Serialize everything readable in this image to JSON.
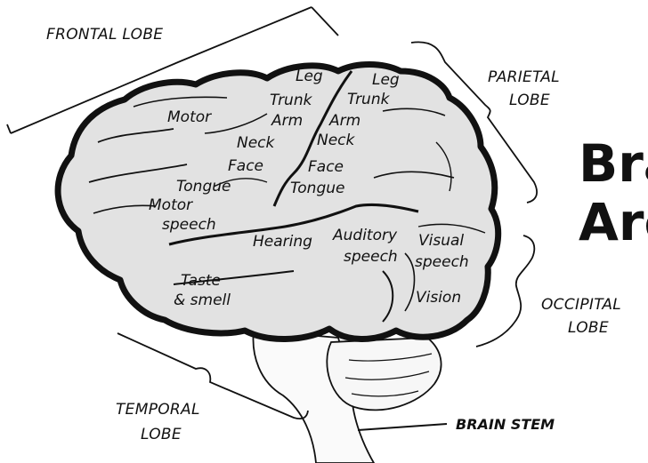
{
  "title": [
    "Bra",
    "Are"
  ],
  "lobes": {
    "frontal": "FRONTAL LOBE",
    "parietal": [
      "PARIETAL",
      "LOBE"
    ],
    "occipital": [
      "OCCIPITAL",
      "LOBE"
    ],
    "temporal": [
      "TEMPORAL",
      "LOBE"
    ],
    "brain_stem": "BRAIN STEM"
  },
  "areas": {
    "motor": "Motor",
    "leg_1": "Leg",
    "trunk_1": "Trunk",
    "arm_1": "Arm",
    "neck_1": "Neck",
    "face_1": "Face",
    "tongue_1": "Tongue",
    "leg_2": "Leg",
    "trunk_2": "Trunk",
    "arm_2": "Arm",
    "neck_2": "Neck",
    "face_2": "Face",
    "tongue_2": "Tongue",
    "motor_speech": [
      "Motor",
      "speech"
    ],
    "hearing": "Hearing",
    "auditory_speech": [
      "Auditory",
      "speech"
    ],
    "visual_speech": [
      "Visual",
      "speech"
    ],
    "taste_smell": [
      "Taste",
      "& smell"
    ],
    "vision": "Vision"
  },
  "colors": {
    "brain_fill": "#e2e2e2",
    "ink": "#111111"
  }
}
